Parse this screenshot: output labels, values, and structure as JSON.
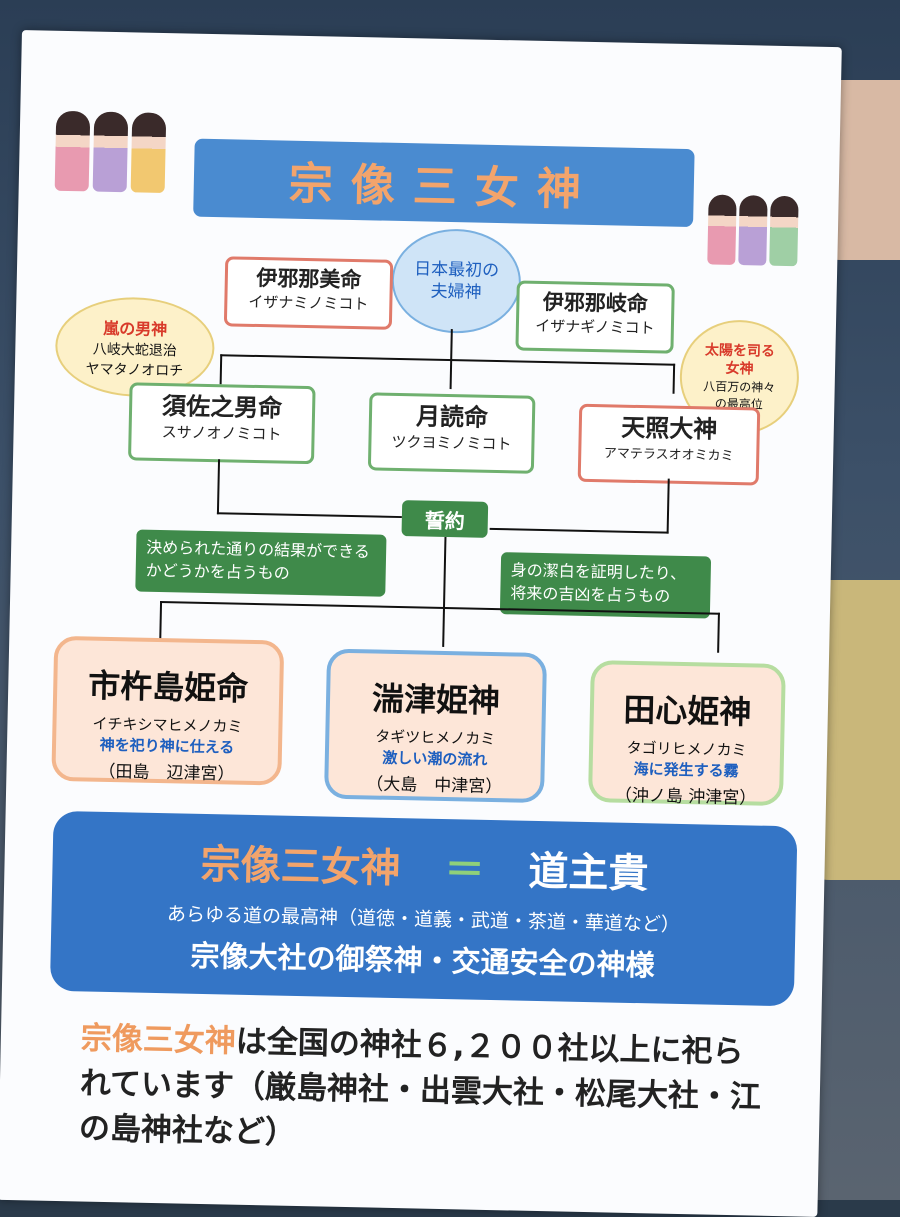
{
  "title": "宗像三女神",
  "top_clouds": {
    "couple": "日本最初の夫婦神",
    "storm": {
      "head": "嵐の男神",
      "line1": "八岐大蛇退治",
      "line2": "ヤマタノオロチ"
    },
    "sun": {
      "head": "太陽を司る女神",
      "line1": "八百万の神々",
      "line2": "の最高位"
    }
  },
  "parents": [
    {
      "name": "伊邪那美命",
      "kana": "イザナミノミコト"
    },
    {
      "name": "伊邪那岐命",
      "kana": "イザナギノミコト"
    }
  ],
  "children": [
    {
      "name": "須佐之男命",
      "kana": "スサノオノミコト"
    },
    {
      "name": "月読命",
      "kana": "ツクヨミノミコト"
    },
    {
      "name": "天照大神",
      "kana": "アマテラスオオミカミ"
    }
  ],
  "oath": "誓約",
  "oath_left": "決められた通りの結果ができるかどうかを占うもの",
  "oath_right": "身の潔白を証明したり、将来の吉凶を占うもの",
  "goddesses": [
    {
      "name": "市杵島姫命",
      "kana": "イチキシマヒメノカミ",
      "desc": "神を祀り神に仕える",
      "place": "（田島　辺津宮）"
    },
    {
      "name": "湍津姫神",
      "kana": "タギツヒメノカミ",
      "desc": "激しい潮の流れ",
      "place": "（大島　中津宮）"
    },
    {
      "name": "田心姫神",
      "kana": "タゴリヒメノカミ",
      "desc": "海に発生する霧",
      "place": "（沖ノ島 沖津宮）"
    }
  ],
  "panel": {
    "left": "宗像三女神",
    "eq": "＝",
    "right": "道主貴",
    "line1": "あらゆる道の最高神（道徳・道義・武道・茶道・華道など）",
    "line2": "宗像大社の御祭神・交通安全の神様"
  },
  "bottom": {
    "highlight": "宗像三女神",
    "rest": "は全国の神社６,２００社以上に祀られています（厳島神社・出雲大社・松尾大社・江の島神社など）"
  },
  "colors": {
    "title_bar": "#4a8bd0",
    "title_text": "#f2a46c",
    "oath_green": "#3f8a4a",
    "panel_blue": "#3475c6"
  }
}
